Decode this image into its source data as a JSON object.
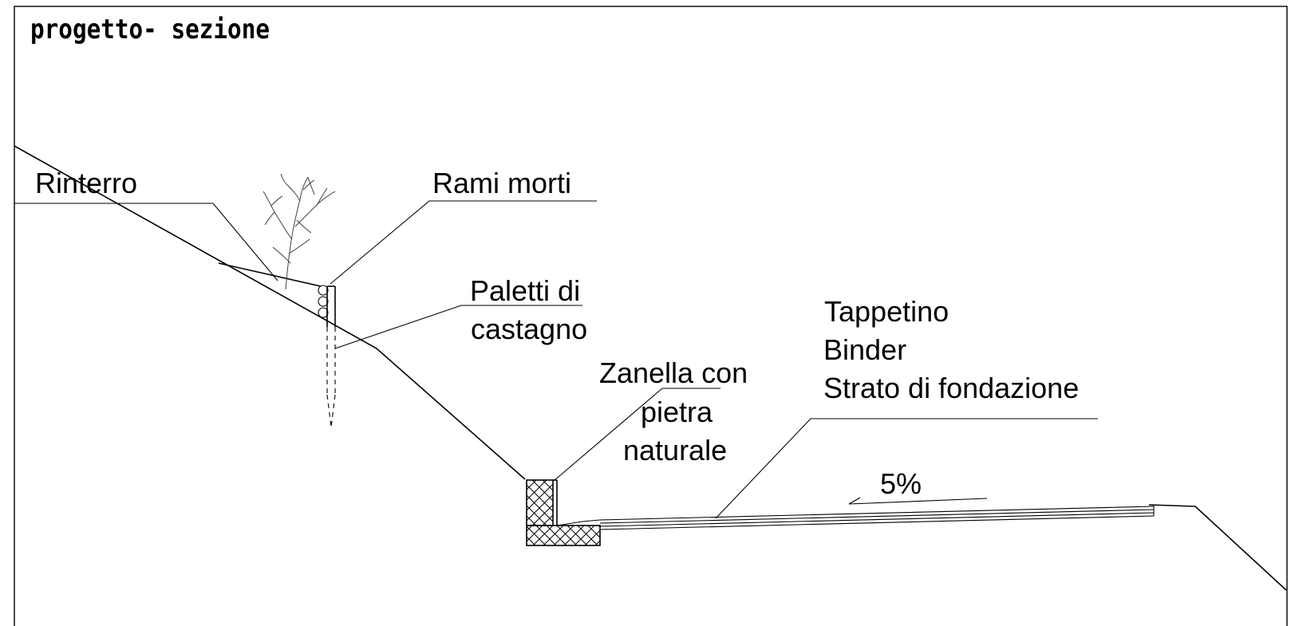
{
  "title": "progetto- sezione",
  "labels": {
    "rinterro": "Rinterro",
    "rami_morti": "Rami morti",
    "paletti_line1": "Paletti di",
    "paletti_line2": "castagno",
    "zanella_line1": "Zanella con",
    "zanella_line2": "pietra",
    "zanella_line3": "naturale",
    "tappetino": "Tappetino",
    "binder": "Binder",
    "strato": "Strato di fondazione",
    "slope": "5%"
  }
}
